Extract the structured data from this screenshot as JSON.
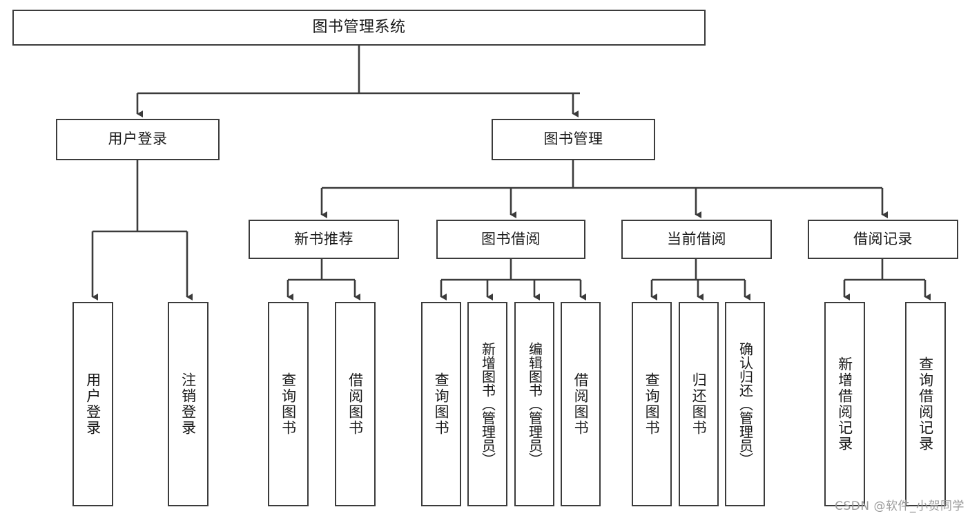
{
  "diagram": {
    "title": "图书管理系统",
    "type": "tree-hierarchy",
    "root": {
      "label": "图书管理系统"
    },
    "level2": [
      {
        "label": "用户登录"
      },
      {
        "label": "图书管理"
      }
    ],
    "level3": [
      {
        "label": "新书推荐",
        "parent": "图书管理"
      },
      {
        "label": "图书借阅",
        "parent": "图书管理"
      },
      {
        "label": "当前借阅",
        "parent": "图书管理"
      },
      {
        "label": "借阅记录",
        "parent": "图书管理"
      }
    ],
    "leaves": {
      "用户登录": [
        {
          "label": "用户登录"
        },
        {
          "label": "注销登录"
        }
      ],
      "新书推荐": [
        {
          "label": "查询图书"
        },
        {
          "label": "借阅图书"
        }
      ],
      "图书借阅": [
        {
          "label": "查询图书"
        },
        {
          "label": "新增图书（管理员）"
        },
        {
          "label": "编辑图书（管理员）"
        },
        {
          "label": "借阅图书"
        }
      ],
      "当前借阅": [
        {
          "label": "查询图书"
        },
        {
          "label": "归还图书"
        },
        {
          "label": "确认归还（管理员）"
        }
      ],
      "借阅记录": [
        {
          "label": "新增借阅记录"
        },
        {
          "label": "查询借阅记录"
        }
      ]
    }
  },
  "watermark": {
    "text": "CSDN @软件_小贺同学"
  },
  "colors": {
    "stroke": "#3b3b3b",
    "fill": "#ffffff",
    "text": "#1a1a1a",
    "watermark": "#9a9a9a"
  }
}
